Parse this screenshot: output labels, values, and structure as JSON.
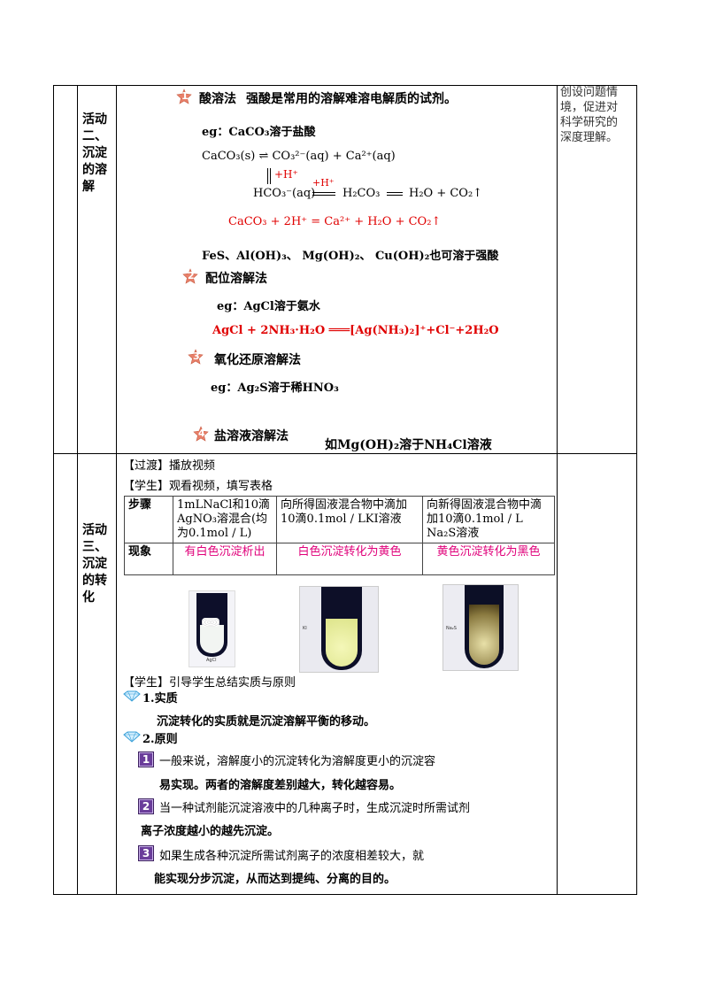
{
  "row1": {
    "activity_label": "活动二、沉淀的溶解",
    "note": "创设问题情境，促进对科学研究的深度理解。",
    "method1": {
      "number": "1",
      "title": "酸溶法",
      "desc": "强酸是常用的溶解难溶电解质的试剂。"
    },
    "eg1": "eg：CaCO₃溶于盐酸",
    "eq_dissolve": "CaCO₃(s) ⇌ CO₃²⁻(aq) + Ca²⁺(aq)",
    "h_plus": "+H⁺",
    "eq_hco3": "HCO₃⁻(aq)",
    "eq_h2co3": "H₂CO₃",
    "eq_products": "H₂O + CO₂↑",
    "eq_total": "CaCO₃ + 2H⁺ = Ca²⁺ + H₂O + CO₂↑",
    "other_acids": "FeS、Al(OH)₃、 Mg(OH)₂、 Cu(OH)₂也可溶于强酸",
    "method2": {
      "number": "2",
      "title": "配位溶解法"
    },
    "eg2": "eg：AgCl溶于氨水",
    "eq_agcl": "AgCl + 2NH₃·H₂O ═══[Ag(NH₃)₂]⁺+Cl⁻+2H₂O",
    "method3": {
      "number": "3",
      "title": "氧化还原溶解法"
    },
    "eg3": "eg：Ag₂S溶于稀HNO₃",
    "method4": {
      "number": "4",
      "title": "盐溶液溶解法"
    },
    "eg4": "如Mg(OH)₂溶于NH₄Cl溶液"
  },
  "row2": {
    "activity_label": "活动三、沉淀的转化",
    "transition": "【过渡】播放视频",
    "student1": "【学生】观看视频，填写表格",
    "table": {
      "col_step": "步骤",
      "col_phenomenon": "现象",
      "steps": [
        "1mLNaCl和10滴AgNO₃溶混合(均为0.1mol / L)",
        "向所得固液混合物中滴加10滴0.1mol / LKI溶液",
        "向新得固液混合物中滴加10滴0.1mol / L Na₂S溶液"
      ],
      "phenomena": [
        "有白色沉淀析出",
        "白色沉淀转化为黄色",
        "黄色沉淀转化为黑色"
      ]
    },
    "photo_labels": [
      "AgCl",
      "KI",
      "Na₂S"
    ],
    "student2": "【学生】引导学生总结实质与原则",
    "essence_title": "1.实质",
    "essence_text": "沉淀转化的实质就是沉淀溶解平衡的移动。",
    "principle_title": "2.原则",
    "principles": [
      {
        "number": "1",
        "line1": "一般来说，溶解度小的沉淀转化为溶解度更小的沉淀容",
        "line2": "易实现。两者的溶解度差别越大，转化越容易。"
      },
      {
        "number": "2",
        "line1": "当一种试剂能沉淀溶液中的几种离子时，生成沉淀时所需试剂",
        "line2": "离子浓度越小的越先沉淀。"
      },
      {
        "number": "3",
        "line1": "如果生成各种沉淀所需试剂离子的浓度相差较大，就",
        "line2": "能实现分步沉淀，从而达到提纯、分离的目的。"
      }
    ]
  },
  "colors": {
    "red": "#e00000",
    "magenta": "#e0007a",
    "badge_orange": "#e8806a",
    "badge_purple": "#6a3d9a"
  }
}
